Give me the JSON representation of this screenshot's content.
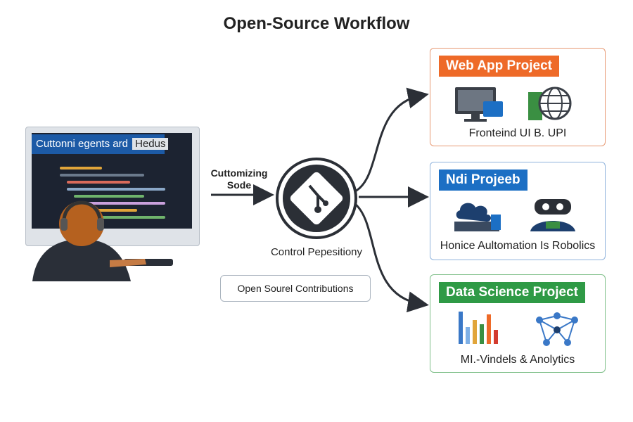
{
  "title": "Open-Source Workflow",
  "developer": {
    "screen_banner": "Cuttonni",
    "screen_banner_mid": "egents ard",
    "screen_banner_tail": "Hedus"
  },
  "flow_label_line1": "Cuttomizing",
  "flow_label_line2": "Sode",
  "repository_label": "Control Pepesitiony",
  "contributions_label": "Open Sourel Contributions",
  "projects": [
    {
      "title": "Web App Project",
      "subtitle": "Fronteind UI B. UPI",
      "color": "#ee6a28",
      "border": "#e79a74",
      "icons": [
        "monitor-icon",
        "globe-icon"
      ]
    },
    {
      "title": "Ndi Projeeb",
      "subtitle": "Honice Aultomation Is Robolics",
      "color": "#1c6fc4",
      "border": "#8fb3dc",
      "icons": [
        "cloud-server-icon",
        "robot-icon"
      ]
    },
    {
      "title": "Data Science Project",
      "subtitle": "MI.-Vindels & Anolytics",
      "color": "#2f9a46",
      "border": "#7fbf89",
      "icons": [
        "bar-chart-icon",
        "neural-network-icon"
      ]
    }
  ]
}
